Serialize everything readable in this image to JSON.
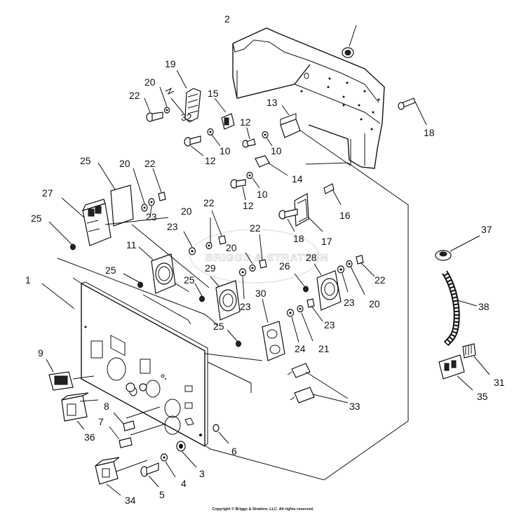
{
  "diagram": {
    "callouts": [
      "1",
      "2",
      "3",
      "4",
      "5",
      "6",
      "7",
      "8",
      "9",
      "10",
      "10",
      "10",
      "11",
      "12",
      "12",
      "12",
      "13",
      "14",
      "15",
      "16",
      "17",
      "18",
      "18",
      "19",
      "20",
      "20",
      "20",
      "20",
      "20",
      "21",
      "22",
      "22",
      "22",
      "22",
      "22",
      "23",
      "23",
      "23",
      "23",
      "23",
      "24",
      "25",
      "25",
      "25",
      "25",
      "25",
      "26",
      "27",
      "28",
      "29",
      "30",
      "31",
      "32",
      "33",
      "34",
      "35",
      "36",
      "37",
      "38"
    ],
    "watermark": "BRIGGS & STRATTON"
  },
  "footer": {
    "copyright": "Copyright © Briggs & Stratton, LLC. All rights reserved."
  }
}
